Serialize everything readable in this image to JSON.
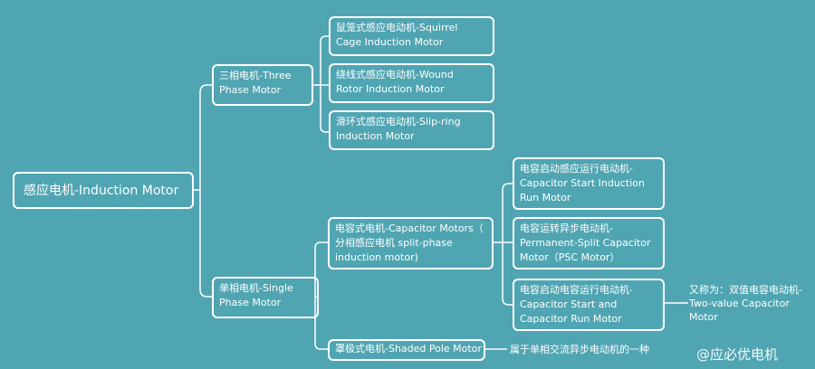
{
  "root": {
    "label": "感应电机-Induction Motor"
  },
  "three_phase": {
    "label_line1": "三相电机-Three",
    "label_line2": "Phase Motor",
    "children": [
      {
        "line1": "鼠笼式感应电动机-Squirrel",
        "line2": "Cage Induction Motor"
      },
      {
        "line1": "绕线式感应电动机-Wound",
        "line2": "Rotor Induction Motor"
      },
      {
        "line1": "滑环式感应电动机-Slip-ring",
        "line2": "Induction Motor"
      }
    ]
  },
  "single_phase": {
    "label_line1": "单相电机-Single",
    "label_line2": "Phase Motor",
    "capacitor": {
      "line1": "电容式电机-Capacitor Motors（",
      "line2": "分相感应电机 split-phase",
      "line3": "induction motor)",
      "children": [
        {
          "line1": "电容启动感应运行电动机-",
          "line2": "Capacitor Start Induction",
          "line3": "Run Motor"
        },
        {
          "line1": "电容运转异步电动机-",
          "line2": "Permanent-Split Capacitor",
          "line3": "Motor（PSC Motor）"
        },
        {
          "line1": "电容启动电容运行电动机-",
          "line2": "Capacitor Start and",
          "line3": "Capacitor Run Motor"
        }
      ],
      "note": {
        "line1": "又称为：双值电容电动机-",
        "line2": "Two-value Capacitor",
        "line3": "Motor"
      }
    },
    "shaded_pole": {
      "label": "罩极式电机-Shaded Pole Motor",
      "note": "属于单相交流异步电动机的一种"
    }
  },
  "watermark": "@应必优电机"
}
